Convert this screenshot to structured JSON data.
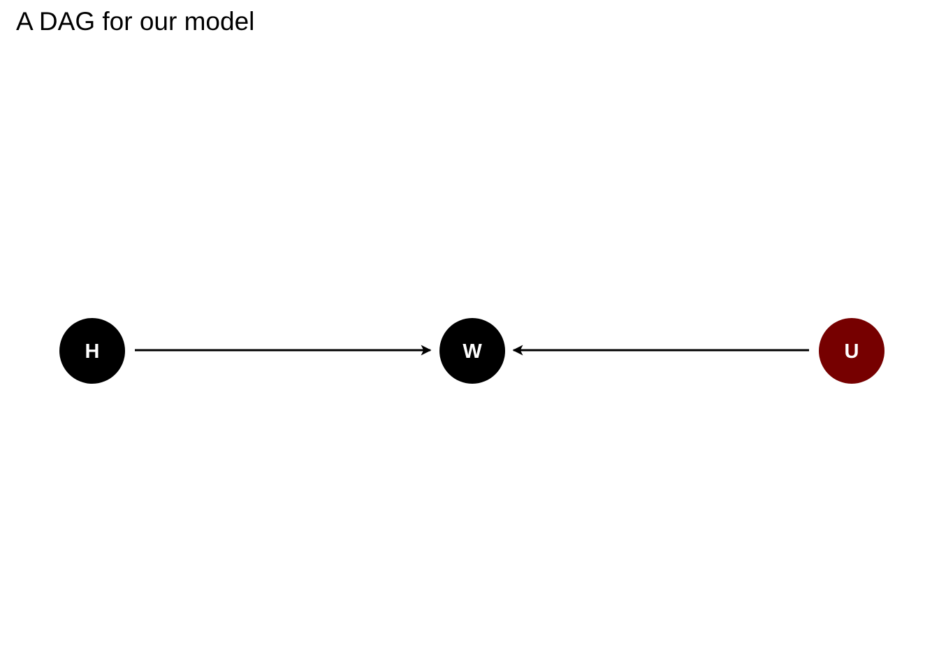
{
  "diagram": {
    "title": "A DAG for our model",
    "nodes": [
      {
        "id": "H",
        "label": "H",
        "color": "#000000",
        "text_color": "#ffffff"
      },
      {
        "id": "W",
        "label": "W",
        "color": "#000000",
        "text_color": "#ffffff"
      },
      {
        "id": "U",
        "label": "U",
        "color": "#760000",
        "text_color": "#ffffff"
      }
    ],
    "edges": [
      {
        "from": "H",
        "to": "W"
      },
      {
        "from": "U",
        "to": "W"
      }
    ],
    "edge_color": "#000000"
  }
}
